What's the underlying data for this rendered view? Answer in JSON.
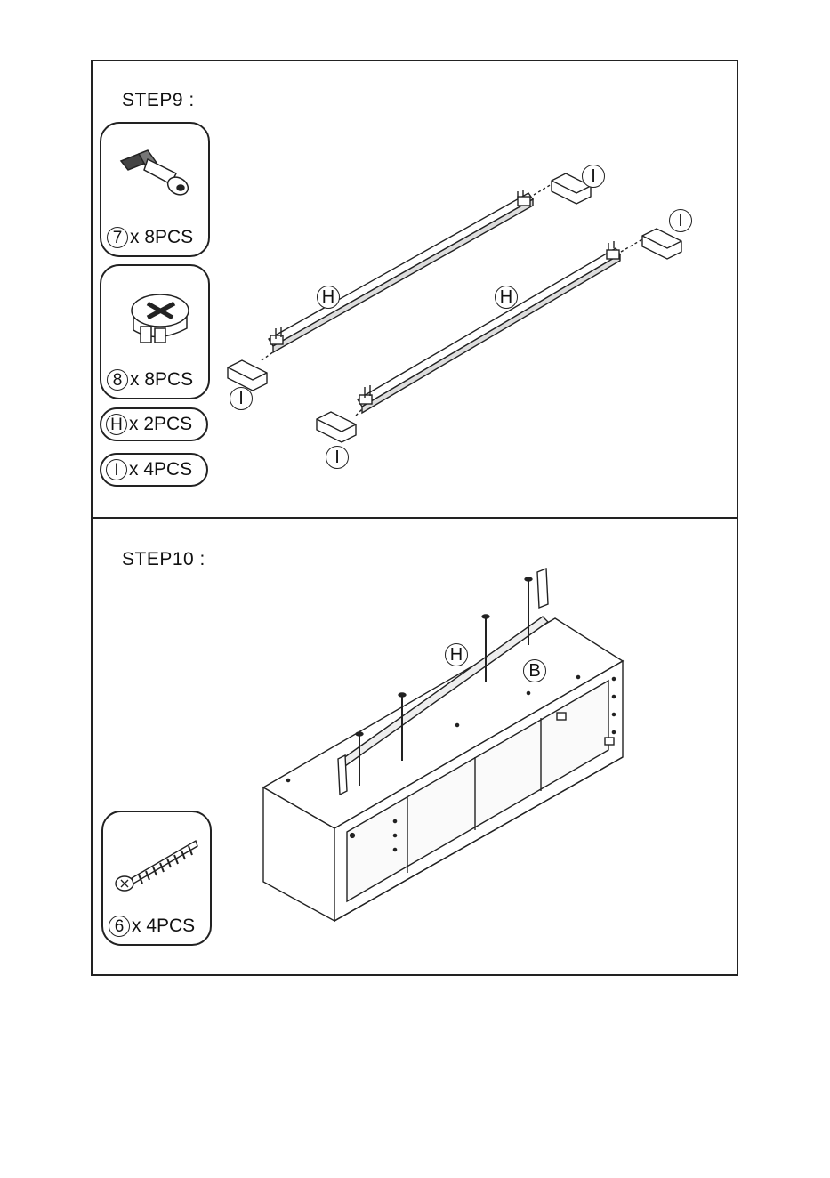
{
  "step9": {
    "title": "STEP9 :",
    "parts": [
      {
        "id": "7",
        "qty": "x 8PCS",
        "icon": "cam-bolt-icon"
      },
      {
        "id": "8",
        "qty": "x 8PCS",
        "icon": "cam-lock-icon"
      },
      {
        "id": "H",
        "qty": "x 2PCS"
      },
      {
        "id": "I",
        "qty": "x 4PCS"
      }
    ],
    "callouts": {
      "rail": "H",
      "foot": "I"
    }
  },
  "step10": {
    "title": "STEP10 :",
    "parts": [
      {
        "id": "6",
        "qty": "x 4PCS",
        "icon": "screw-icon"
      }
    ],
    "callouts": {
      "rail": "H",
      "cabinet": "B"
    }
  }
}
